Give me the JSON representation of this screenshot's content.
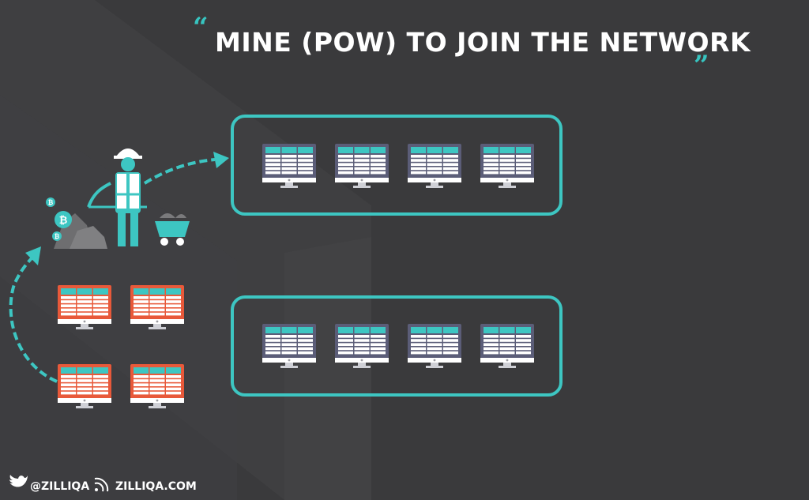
{
  "slide": {
    "title": "MINE (POW) TO JOIN THE NETWORK",
    "quote_open": "“",
    "quote_close": "”"
  },
  "groups": [
    {
      "member_count": 4,
      "node_color": "#5b5d78"
    },
    {
      "member_count": 4,
      "node_color": "#5b5d78"
    }
  ],
  "candidates": {
    "count": 4,
    "node_color": "#e8593a"
  },
  "footer": {
    "twitter_handle": "@ZILLIQA",
    "website": "ZILLIQA.COM",
    "icons": [
      "twitter-icon",
      "wifi-signal-icon"
    ]
  },
  "colors": {
    "background": "#3a3a3c",
    "accent": "#3dc6c2",
    "node_frame": "#5b5d78",
    "candidate_frame": "#e8593a",
    "text": "#ffffff"
  }
}
